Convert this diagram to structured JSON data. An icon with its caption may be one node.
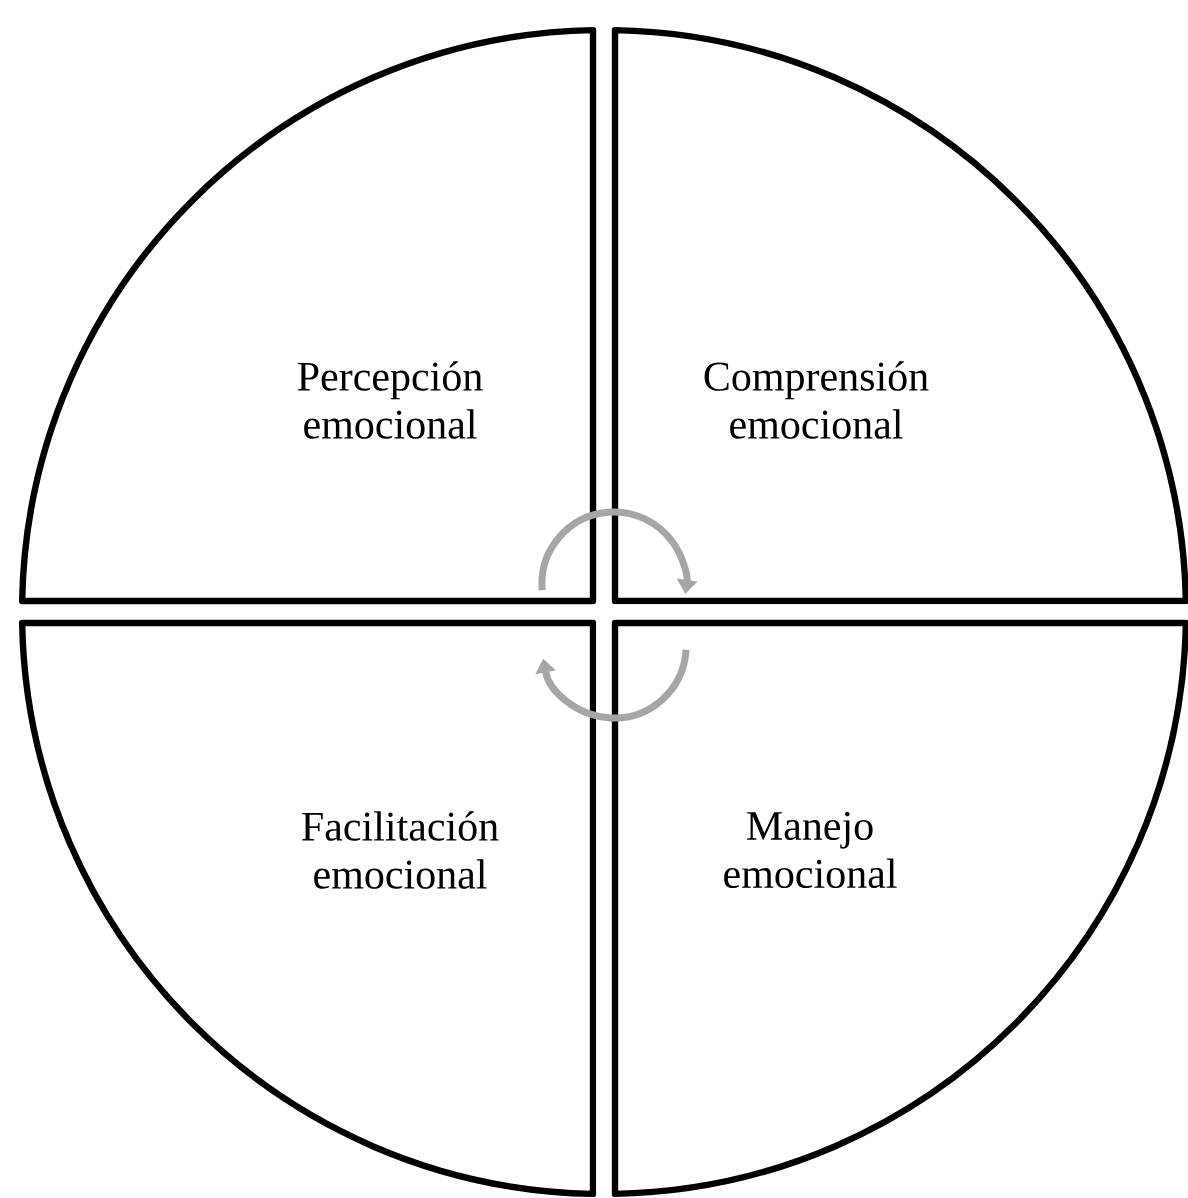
{
  "diagram": {
    "nodes": [
      {
        "text": [
          "Percepción emocional"
        ]
      },
      {
        "text": [
          "Comprensión emocional"
        ]
      },
      {
        "text": [
          "Facilitación emocional"
        ]
      },
      {
        "text": [
          "Manejo emocional"
        ]
      }
    ],
    "edges": [
      {
        "from": 0,
        "to": 1,
        "arrow": "to",
        "color": "#a6a6a6"
      },
      {
        "from": 3,
        "to": 2,
        "arrow": "to",
        "color": "#a6a6a6"
      }
    ]
  }
}
